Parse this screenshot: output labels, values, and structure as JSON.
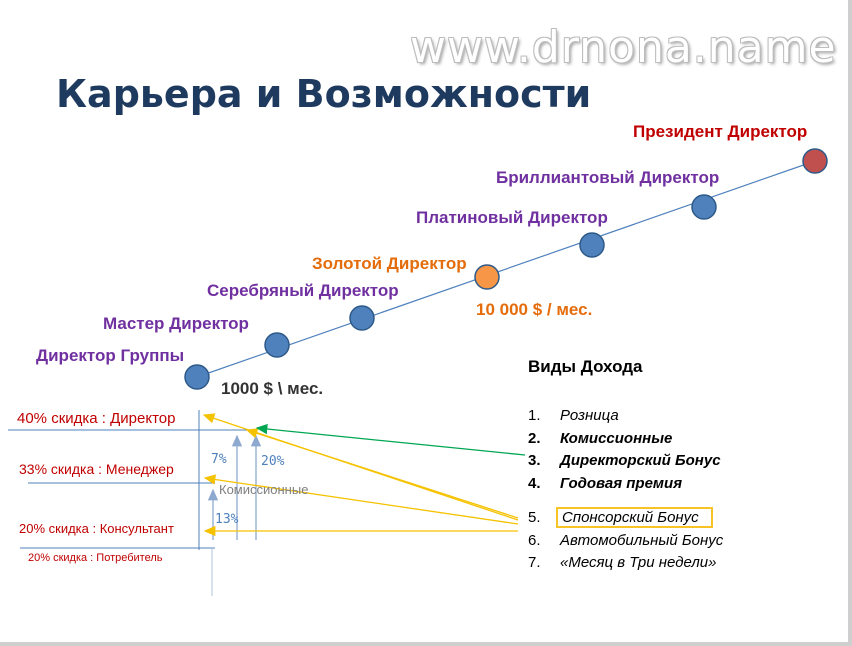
{
  "watermark": "www.drnona.name",
  "title": "Карьера и Возможности",
  "career_levels": [
    {
      "label": "Директор Группы",
      "color": "#7030a0",
      "dot_color": "#4f81bd"
    },
    {
      "label": "Мастер Директор",
      "color": "#7030a0",
      "dot_color": "#4f81bd"
    },
    {
      "label": "Серебряный Директор",
      "color": "#7030a0",
      "dot_color": "#4f81bd"
    },
    {
      "label": "Золотой Директор",
      "color": "#e46c0a",
      "dot_color": "#f79646"
    },
    {
      "label": "Платиновый Директор",
      "color": "#7030a0",
      "dot_color": "#4f81bd"
    },
    {
      "label": "Бриллиантовый Директор",
      "color": "#7030a0",
      "dot_color": "#4f81bd"
    },
    {
      "label": "Президент Директор",
      "color": "#c00000",
      "dot_color": "#c0504d"
    }
  ],
  "income_low": "1000 $ \\ мес.",
  "income_high": "10 000 $ / мес.",
  "discounts": [
    "40% скидка : Директор",
    "33% скидка : Менеджер",
    "20% скидка : Консультант",
    "20% скидка : Потребитель"
  ],
  "percent_labels": {
    "p7": "7%",
    "p20": "20%",
    "p13": "13%"
  },
  "commission_label": "Комиссионные",
  "income_types": {
    "title": "Виды Дохода",
    "items": [
      {
        "num": "1.",
        "label": "Розница"
      },
      {
        "num": "2.",
        "label": "Комиссионные"
      },
      {
        "num": "3.",
        "label": "Директорский Бонус"
      },
      {
        "num": "4.",
        "label": "Годовая премия"
      },
      {
        "num": "5.",
        "label": "Спонсорский Бонус"
      },
      {
        "num": "6.",
        "label": "Автомобильный Бонус"
      },
      {
        "num": "7.",
        "label": "«Месяц в Три недели»"
      }
    ]
  },
  "colors": {
    "line": "#4f81bd",
    "arrow_yellow": "#f5c200",
    "arrow_green": "#00a651",
    "title": "#1f3a5f"
  }
}
